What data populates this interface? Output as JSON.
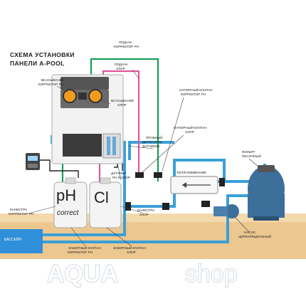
{
  "title_lines": [
    "СХЕМА УСТАНОВКИ",
    "ПАНЕЛИ A-POOL"
  ],
  "labels": {
    "podacha_ph": [
      "ПОДАЧА",
      "КОРРЕКТОР PH"
    ],
    "podacha_chlor": [
      "ПОДАЧА",
      "ХЛОР"
    ],
    "vsas_ph": [
      "ВСАСЫВАНИЕ",
      "КОРРЕКТОР PH"
    ],
    "vsas_chlor": [
      "ВСАСЫВАНИЕ",
      "ХЛОР"
    ],
    "napor_ph": [
      "НАПОРНЫЙ КЛАПАН",
      "КОРРЕКТОР PH"
    ],
    "napor_chlor": [
      "НАПОРНЫЙ КЛАПАН",
      "ХЛОР"
    ],
    "probe_holder": [
      "ПРОБНЫЙ",
      "ДЕРЖАТЕЛЬ",
      "ДАТЧИКОВ"
    ],
    "sensors": [
      "ДАТЧИКИ",
      "PH И ХЛОР"
    ],
    "heat_exchanger": "ТЕПЛООБМЕННИК",
    "filter": [
      "ФИЛЬТР",
      "ПЕСОЧНЫЙ"
    ],
    "canister_ph": [
      "КАНИСТРА",
      "КОРРЕКТОР PH"
    ],
    "canister_chlor": [
      "КАНИСТРА",
      "ХЛОР"
    ],
    "intake_ph": [
      "ЗАБОРНЫЙ КЛАПАН",
      "КОРРЕКТОР PH"
    ],
    "intake_chlor": [
      "ЗАБОРНЫЙ КЛАПАН",
      "ХЛОР"
    ],
    "pump": [
      "НАСОС",
      "ЦИРКУЛЯЦИОННЫЙ"
    ],
    "pool": "БАССЕЙН",
    "tank_ph_main": "pH",
    "tank_ph_sub": "correct",
    "tank_cl": "Cl"
  },
  "watermark": {
    "bold": "AQUA",
    "light": "shop"
  },
  "colors": {
    "water_pipe": "#3aa0d8",
    "ph_line": "#17a05a",
    "chlor_line": "#e0569c",
    "pool": "#2f8fd8",
    "floor": "#ecc790",
    "panel": "#f2f2f2"
  }
}
